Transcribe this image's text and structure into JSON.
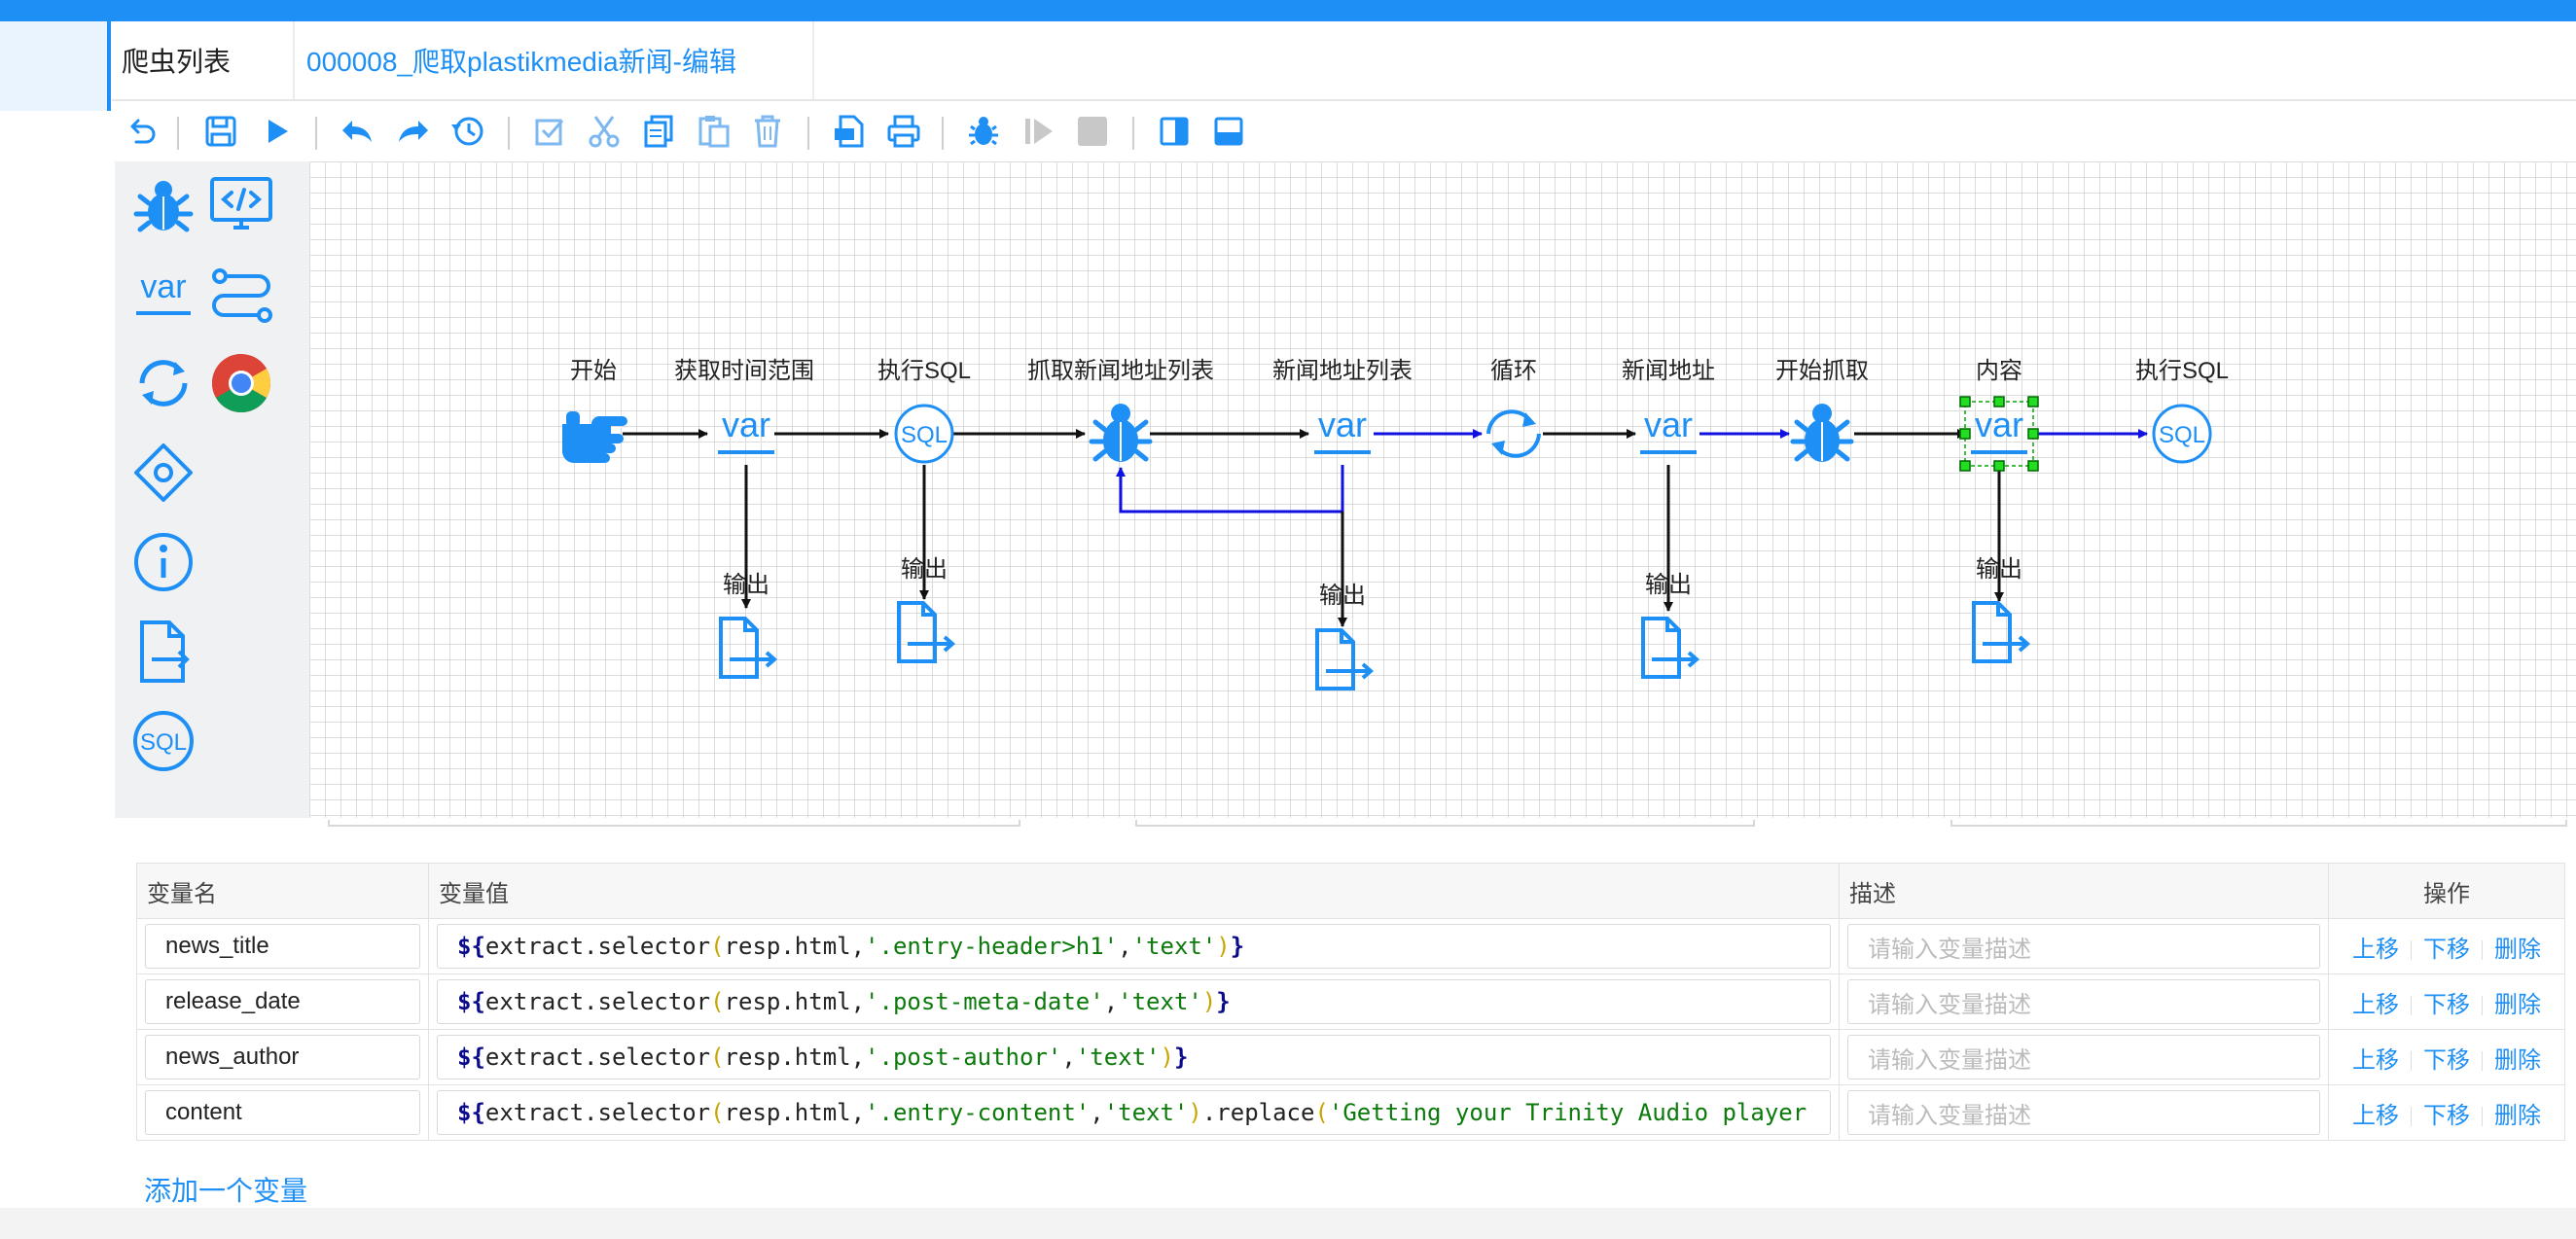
{
  "tabs": [
    {
      "label": "爬虫列表"
    },
    {
      "label": "000008_爬取plastikmedia新闻-编辑"
    }
  ],
  "toolbar": {
    "icons": [
      "undo-arrow-icon",
      "save-icon",
      "run-icon",
      "undo-icon",
      "redo-icon",
      "history-icon",
      "select-all-icon",
      "cut-icon",
      "copy-icon",
      "paste-icon",
      "delete-icon",
      "export-xml-icon",
      "print-icon",
      "debug-icon",
      "resume-icon",
      "stop-icon",
      "panel-right-icon",
      "panel-bottom-icon"
    ]
  },
  "palette": {
    "items": [
      "spider-icon",
      "code-monitor-icon",
      "var-icon",
      "process-icon",
      "loop-icon",
      "chrome-icon",
      "diamond-icon",
      "info-icon",
      "output-file-icon",
      "sql-icon"
    ],
    "var_text": "var",
    "sql_text": "SQL"
  },
  "flow": {
    "nodes": [
      {
        "label": "开始"
      },
      {
        "label": "获取时间范围"
      },
      {
        "label": "执行SQL"
      },
      {
        "label": "抓取新闻地址列表"
      },
      {
        "label": "新闻地址列表"
      },
      {
        "label": "循环"
      },
      {
        "label": "新闻地址"
      },
      {
        "label": "开始抓取"
      },
      {
        "label": "内容"
      },
      {
        "label": "执行SQL"
      }
    ],
    "output_label": "输出",
    "var_text": "var",
    "sql_text": "SQL"
  },
  "variables": {
    "headers": {
      "name": "变量名",
      "value": "变量值",
      "desc": "描述",
      "ops": "操作"
    },
    "rows": [
      {
        "name": "news_title",
        "selector": "'.entry-header>h1'",
        "attr": "'text'",
        "suffix_fn": "",
        "suffix_arg": ""
      },
      {
        "name": "release_date",
        "selector": "'.post-meta-date'",
        "attr": "'text'",
        "suffix_fn": "",
        "suffix_arg": ""
      },
      {
        "name": "news_author",
        "selector": "'.post-author'",
        "attr": "'text'",
        "suffix_fn": "",
        "suffix_arg": ""
      },
      {
        "name": "content",
        "selector": "'.entry-content'",
        "attr": "'text'",
        "suffix_fn": ".replace",
        "suffix_arg": "'Getting your Trinity Audio player"
      }
    ],
    "desc_placeholder": "请输入变量描述",
    "op_up": "上移",
    "op_down": "下移",
    "op_delete": "删除",
    "code_prefix": "${",
    "code_call": "extract.selector",
    "code_arg": "resp.html,",
    "code_comma": ",",
    "code_close": "}"
  },
  "add_variable": "添加一个变量",
  "colors": {
    "accent": "#1e8ff5",
    "icon": "#1e8ff5",
    "flow_black": "#111111",
    "flow_blue": "#1010e0",
    "selection": "#00cc00"
  }
}
